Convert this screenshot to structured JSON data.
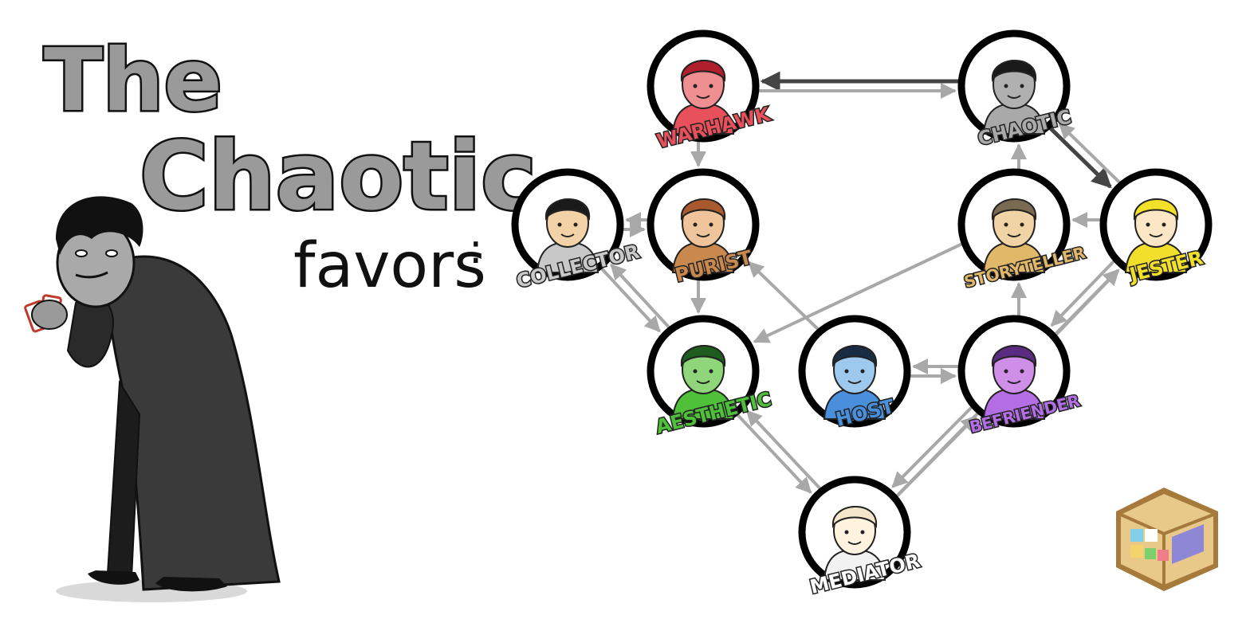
{
  "title": {
    "line1": "The",
    "line2": "Chaotic",
    "line3": "favors",
    "colon": ":"
  },
  "colors": {
    "warhawk": "#e8505b",
    "chaotic": "#a9a9a9",
    "collector": "#c8c8c8",
    "purist": "#c9884e",
    "storyteller": "#e1b86a",
    "jester": "#f2df2c",
    "aesthetic": "#4fc03a",
    "host": "#4a8fdc",
    "befriender": "#b36ee6",
    "mediator": "#ffffff",
    "arrow": "#a8a8a8",
    "arrow_dark": "#555555"
  },
  "nodes": [
    {
      "id": "warhawk",
      "label": "WARHAWK",
      "skin": "#f08f92",
      "hair": "#b0202c"
    },
    {
      "id": "chaotic",
      "label": "CHAOTIC",
      "skin": "#b0b0b0",
      "hair": "#1a1a1a"
    },
    {
      "id": "collector",
      "label": "COLLECTOR",
      "skin": "#f3d2a8",
      "hair": "#1a1a1a"
    },
    {
      "id": "purist",
      "label": "PURIST",
      "skin": "#efc49a",
      "hair": "#a85a2e"
    },
    {
      "id": "storyteller",
      "label": "STORYTELLER",
      "skin": "#f0d4a6",
      "hair": "#7a6a52"
    },
    {
      "id": "jester",
      "label": "JESTER",
      "skin": "#fbe6c6",
      "hair": "#f3e02a"
    },
    {
      "id": "aesthetic",
      "label": "AESTHETIC",
      "skin": "#8fd67a",
      "hair": "#1e5d1e"
    },
    {
      "id": "host",
      "label": "HOST",
      "skin": "#9ec9ee",
      "hair": "#1a2c44"
    },
    {
      "id": "befriender",
      "label": "BEFRIENDER",
      "skin": "#cf8ee8",
      "hair": "#5a2b80"
    },
    {
      "id": "mediator",
      "label": "MEDIATOR",
      "skin": "#fff3e0",
      "hair": "#f4e6c8"
    }
  ],
  "edges": [
    {
      "from": "chaotic",
      "to": "warhawk",
      "style": "dark"
    },
    {
      "from": "warhawk",
      "to": "chaotic",
      "style": "light"
    },
    {
      "from": "chaotic",
      "to": "jester",
      "style": "dark"
    },
    {
      "from": "warhawk",
      "to": "purist",
      "style": "light"
    },
    {
      "from": "purist",
      "to": "collector",
      "style": "light"
    },
    {
      "from": "collector",
      "to": "purist",
      "style": "light"
    },
    {
      "from": "purist",
      "to": "aesthetic",
      "style": "light"
    },
    {
      "from": "collector",
      "to": "aesthetic",
      "style": "light"
    },
    {
      "from": "aesthetic",
      "to": "collector",
      "style": "light"
    },
    {
      "from": "host",
      "to": "purist",
      "style": "light"
    },
    {
      "from": "storyteller",
      "to": "aesthetic",
      "style": "light"
    },
    {
      "from": "host",
      "to": "befriender",
      "style": "light"
    },
    {
      "from": "befriender",
      "to": "host",
      "style": "light"
    },
    {
      "from": "storyteller",
      "to": "chaotic",
      "style": "light"
    },
    {
      "from": "jester",
      "to": "chaotic",
      "style": "light"
    },
    {
      "from": "jester",
      "to": "storyteller",
      "style": "light"
    },
    {
      "from": "befriender",
      "to": "storyteller",
      "style": "light"
    },
    {
      "from": "befriender",
      "to": "jester",
      "style": "light"
    },
    {
      "from": "jester",
      "to": "befriender",
      "style": "light"
    },
    {
      "from": "aesthetic",
      "to": "mediator",
      "style": "light"
    },
    {
      "from": "mediator",
      "to": "aesthetic",
      "style": "light"
    },
    {
      "from": "mediator",
      "to": "befriender",
      "style": "light"
    },
    {
      "from": "befriender",
      "to": "mediator",
      "style": "light"
    },
    {
      "from": "mediator",
      "to": "jester",
      "style": "light"
    }
  ],
  "logo": {
    "name": "cube-logo-icon"
  }
}
